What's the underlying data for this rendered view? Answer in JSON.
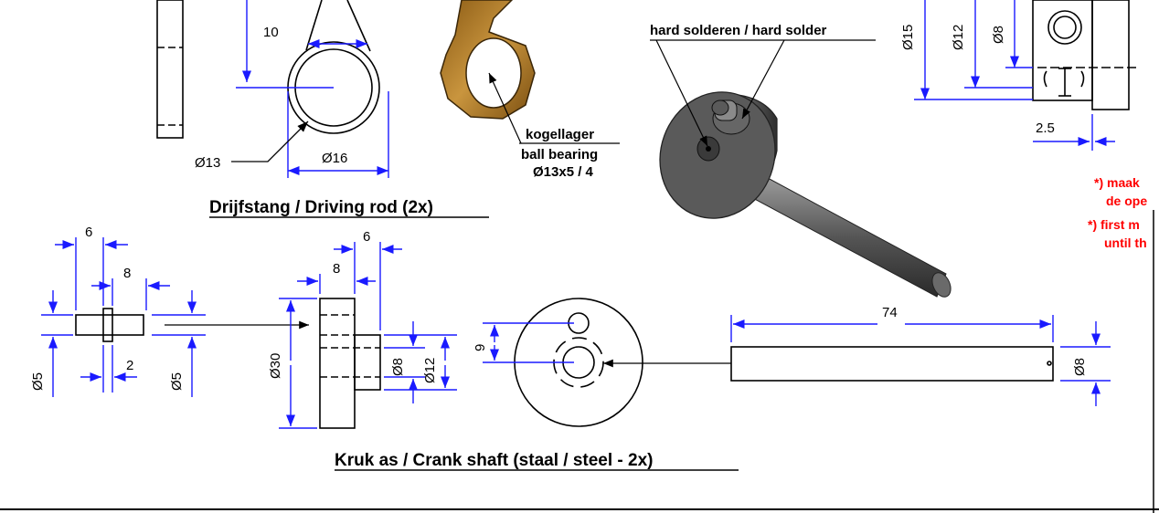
{
  "colors": {
    "dimension": "#1a1aff",
    "note": "#ff0000",
    "bronze": "#b07a2a",
    "steel": "#555555"
  },
  "driving_rod": {
    "title": "Drijfstang / Driving rod (2x)",
    "dim_width": "10",
    "dim_bore": "Ø13",
    "dim_outer": "Ø16",
    "bearing_label_1": "kogellager",
    "bearing_label_2": "ball bearing",
    "bearing_label_3": "Ø13x5 / 4"
  },
  "solder_label": "hard solderen / hard solder",
  "top_right": {
    "d15": "Ø15",
    "d12": "Ø12",
    "d8": "Ø8",
    "d25": "2.5"
  },
  "notes": {
    "line1": "*) maak",
    "line2": "de ope",
    "line3": "*) first m",
    "line4": "until th"
  },
  "crank_shaft": {
    "title": "Kruk as / Crank shaft (staal / steel -  2x)",
    "pin_d6": "6",
    "pin_d8": "8",
    "pin_d2": "2",
    "pin_o5a": "Ø5",
    "pin_o5b": "Ø5",
    "hub_d6": "6",
    "hub_d8": "8",
    "hub_o30": "Ø30",
    "hub_o8": "Ø8",
    "hub_o12": "Ø12",
    "disc_d9": "9",
    "shaft_len": "74",
    "shaft_o8": "Ø8"
  }
}
